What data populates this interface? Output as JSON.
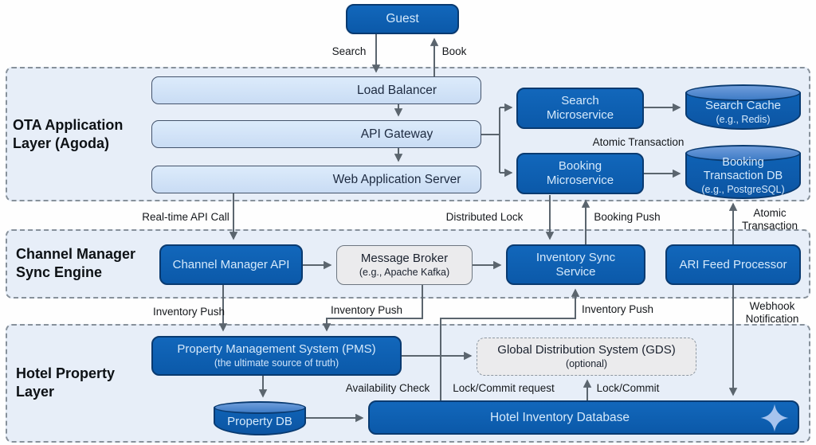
{
  "palette": {
    "primary_blue": "#1267bb",
    "primary_blue_dark": "#0b59a9",
    "primary_blue_border": "#093a70",
    "light_box_fill": "#c9dcf4",
    "light_box_border": "#44536b",
    "gray_box_fill": "#ebebed",
    "layer_bg": "#e7eef8",
    "layer_border": "#87919b",
    "arrow": "#5b656e",
    "dark_box_text": "#d5e9fb",
    "cylinder_top": "#6f9ddb",
    "sparkle": "#a6c3ee"
  },
  "guest": {
    "label": "Guest"
  },
  "layers": {
    "ota": {
      "title": "OTA Application\nLayer (Agoda)"
    },
    "channel": {
      "title": "Channel Manager\nSync Engine"
    },
    "hotel": {
      "title": "Hotel Property\nLayer"
    }
  },
  "nodes": {
    "load_balancer": {
      "label": "Load Balancer"
    },
    "api_gateway": {
      "label": "API Gateway"
    },
    "web_app_server": {
      "label": "Web Application Server"
    },
    "search_microservice": {
      "label": "Search\nMicroservice"
    },
    "booking_microservice": {
      "label": "Booking\nMicroservice"
    },
    "search_cache": {
      "title": "Search Cache",
      "subtitle": "(e.g., Redis)"
    },
    "booking_transaction_db": {
      "title": "Booking\nTransaction DB",
      "subtitle": "(e.g., PostgreSQL)"
    },
    "channel_manager_api": {
      "label": "Channel Manager API"
    },
    "message_broker": {
      "title": "Message Broker",
      "subtitle": "(e.g., Apache Kafka)"
    },
    "inventory_sync_service": {
      "label": "Inventory Sync\nService"
    },
    "ari_feed_processor": {
      "label": "ARI Feed Processor"
    },
    "pms": {
      "title": "Property Management System (PMS)",
      "subtitle": "(the ultimate source of truth)"
    },
    "gds": {
      "title": "Global Distribution System (GDS)",
      "subtitle": "(optional)"
    },
    "property_db": {
      "label": "Property DB"
    },
    "hotel_inventory_database": {
      "label": "Hotel Inventory Database"
    }
  },
  "edge_labels": {
    "search": "Search",
    "book": "Book",
    "atomic_transaction_top": "Atomic Transaction",
    "real_time_api_call": "Real-time API Call",
    "distributed_lock": "Distributed Lock",
    "booking_push": "Booking Push",
    "atomic_transaction_right": "Atomic\nTransaction",
    "inventory_push_left": "Inventory Push",
    "inventory_push_middle": "Inventory Push",
    "inventory_push_right": "Inventory Push",
    "webhook_notification": "Webhook\nNotification",
    "availability_check": "Availability Check",
    "lock_commit_request": "Lock/Commit request",
    "lock_commit": "Lock/Commit"
  }
}
